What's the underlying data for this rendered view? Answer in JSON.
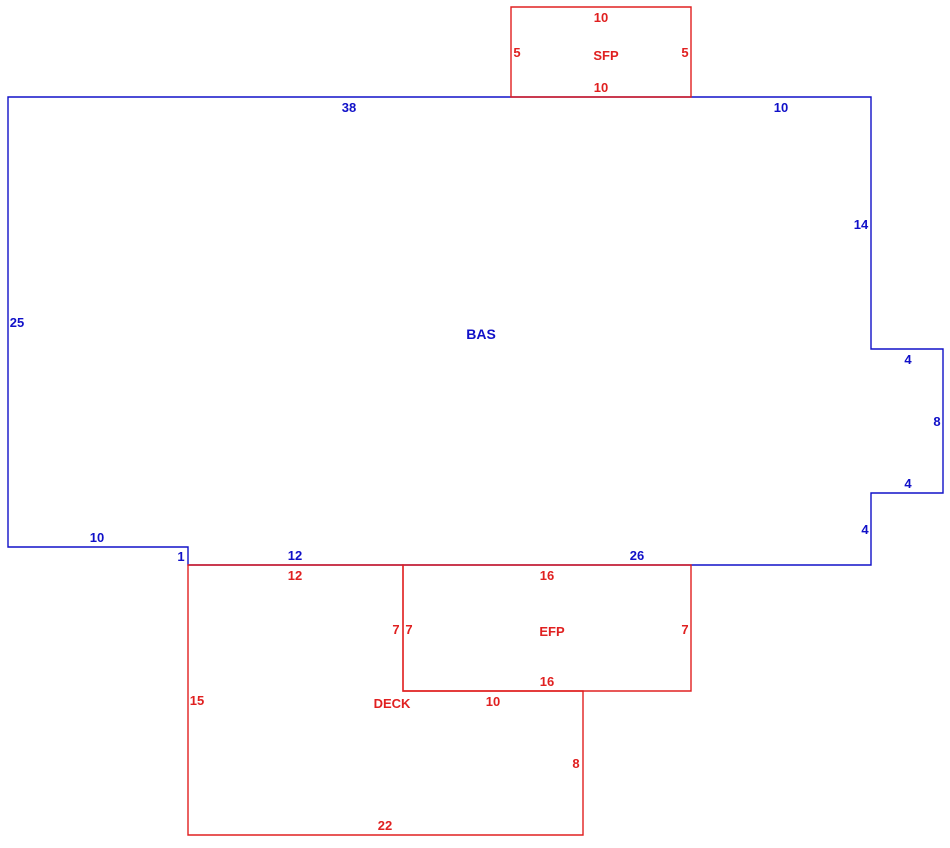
{
  "colors": {
    "bas": "#1010c8",
    "addition": "#e02020",
    "background": "#ffffff"
  },
  "areas": {
    "bas": {
      "label": "BAS"
    },
    "sfp": {
      "label": "SFP"
    },
    "efp": {
      "label": "EFP"
    },
    "deck": {
      "label": "DECK"
    }
  },
  "dims": {
    "sfp": {
      "top": "10",
      "left": "5",
      "right": "5",
      "bottom": "10"
    },
    "bas": {
      "top_left": "38",
      "top_right": "10",
      "left": "25",
      "right_upper": "14",
      "bump_top": "4",
      "bump_right": "8",
      "bump_bottom": "4",
      "right_lower": "4",
      "bottom_left": "10",
      "step": "1",
      "bottom_mid": "12",
      "bottom_right": "26"
    },
    "efp": {
      "top": "16",
      "left": "7",
      "right": "7",
      "bottom": "16"
    },
    "deck": {
      "top": "12",
      "left": "15",
      "inner_left": "7",
      "inner_bottom": "10",
      "right": "8",
      "bottom": "22"
    }
  }
}
